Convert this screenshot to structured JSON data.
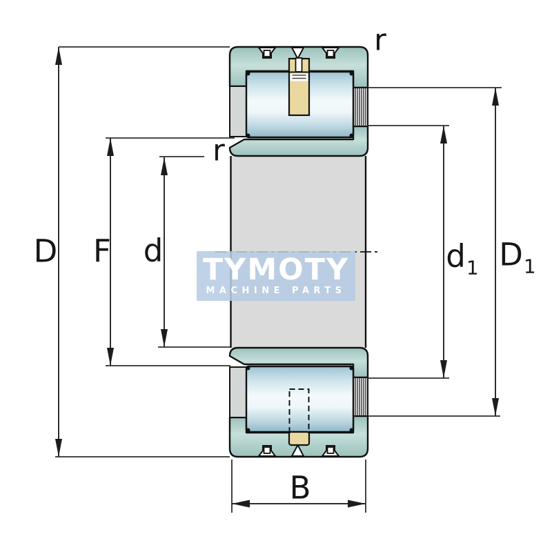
{
  "page": {
    "description": "Cylindrical roller bearing cross-section dimension drawing"
  },
  "watermark": {
    "line1": "TYMOTY",
    "line2": "MACHINE PARTS",
    "bg_color": "#b5cbe3",
    "text_color": "#ffffff"
  },
  "dimension_labels": {
    "D": {
      "label": "D"
    },
    "F": {
      "label": "F"
    },
    "d": {
      "label": "d"
    },
    "d1": {
      "base": "d",
      "sub": "1"
    },
    "D1": {
      "base": "D",
      "sub": "1"
    },
    "B": {
      "label": "B"
    },
    "r_outer": {
      "label": "r"
    },
    "r_inner": {
      "label": "r"
    }
  },
  "colors": {
    "ring_teal": "#aed1cc",
    "roller_blue_light": "#f2fafc",
    "roller_blue_dark": "#9ec5d3",
    "cage_yellow": "#e9d8a0",
    "bore_grey": "#d9dad9",
    "side_grey": "#d3d7d6",
    "outline": "#111111",
    "dimension_line": "#2e2e2e"
  }
}
